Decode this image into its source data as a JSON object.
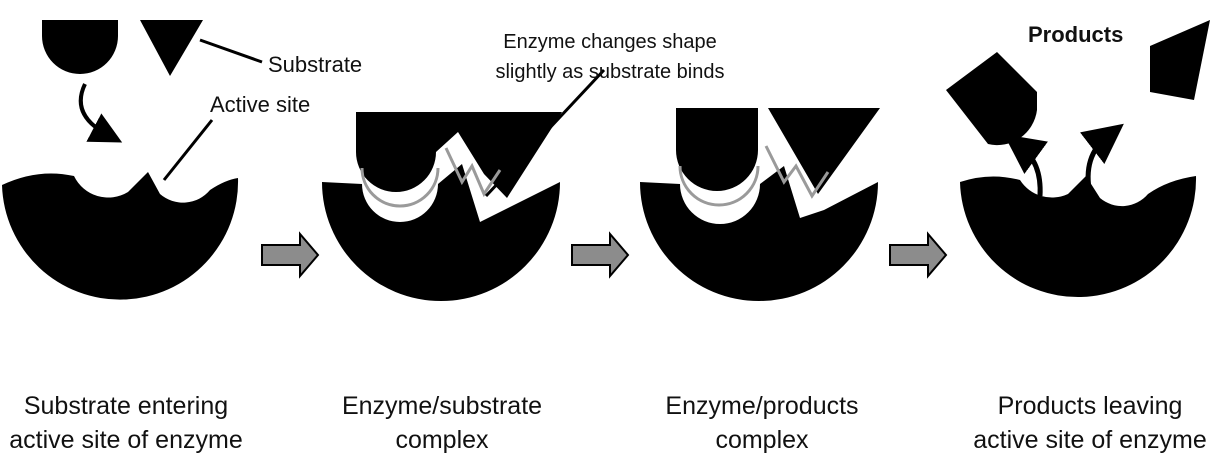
{
  "colors": {
    "background": "#ffffff",
    "shape_fill": "#000000",
    "outline": "#9a9a9a",
    "arrow_fill": "#8c8c8c",
    "text": "#111111"
  },
  "labels": {
    "substrate": "Substrate",
    "active_site": "Active site",
    "shape_change_line1": "Enzyme changes shape",
    "shape_change_line2": "slightly as substrate binds",
    "products": "Products"
  },
  "steps": [
    {
      "caption_line1": "Substrate entering",
      "caption_line2": "active site of enzyme"
    },
    {
      "caption_line1": "Enzyme/substrate",
      "caption_line2": "complex"
    },
    {
      "caption_line1": "Enzyme/products",
      "caption_line2": "complex"
    },
    {
      "caption_line1": "Products leaving",
      "caption_line2": "active site of enzyme"
    }
  ]
}
